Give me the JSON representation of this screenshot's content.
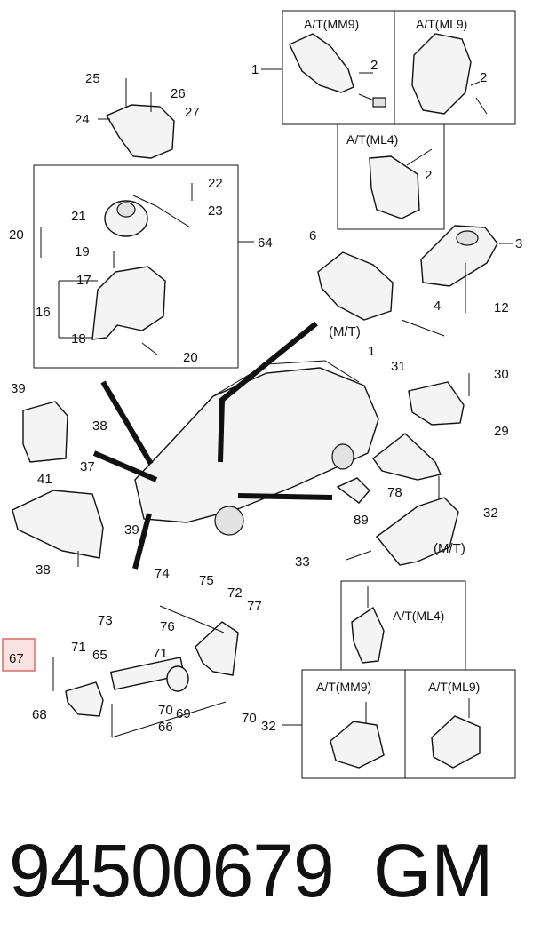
{
  "callouts": [
    "1",
    "2",
    "3",
    "4",
    "6",
    "12",
    "16",
    "17",
    "18",
    "19",
    "20",
    "21",
    "22",
    "23",
    "24",
    "25",
    "26",
    "27",
    "29",
    "30",
    "31",
    "32",
    "33",
    "37",
    "38",
    "39",
    "41",
    "64",
    "65",
    "66",
    "67",
    "68",
    "69",
    "70",
    "71",
    "72",
    "73",
    "74",
    "75",
    "76",
    "77",
    "78",
    "89"
  ],
  "boxes": {
    "mm9_top": "A/T(MM9)",
    "ml9_top": "A/T(ML9)",
    "ml4_top": "A/T(ML4)",
    "ml4_bottom": "A/T(ML4)",
    "mm9_bottom": "A/T(MM9)",
    "ml9_bottom": "A/T(ML9)"
  },
  "variant_labels": {
    "mt_right_top": "(M/T)",
    "mt_right_bottom": "(M/T)"
  },
  "highlighted_callout": "67",
  "footer": {
    "part_number": "94500679",
    "brand": "GM"
  }
}
